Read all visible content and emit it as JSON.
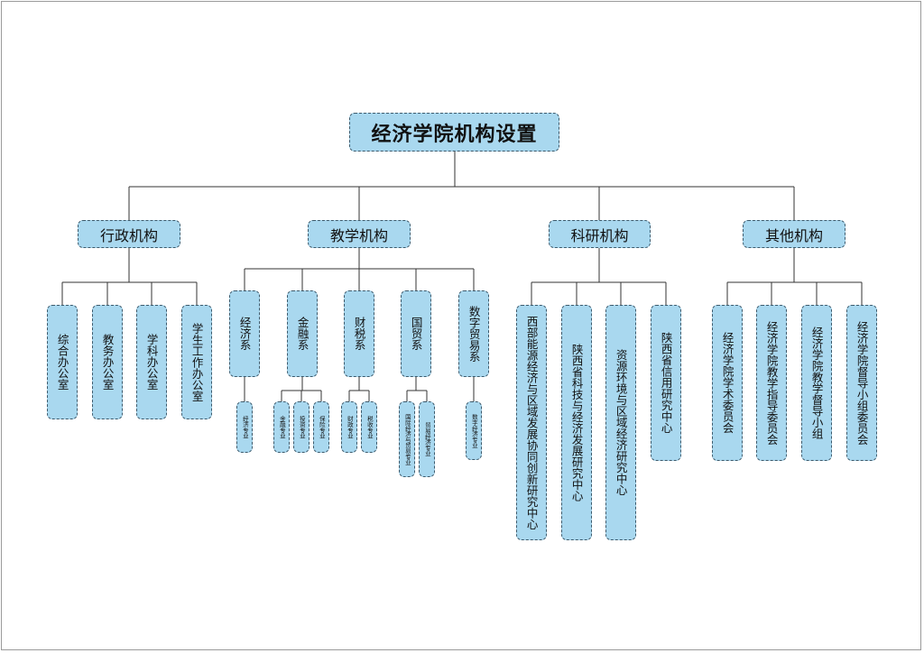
{
  "title": "经济学院机构设置",
  "categories": [
    {
      "label": "行政机构",
      "units": [
        {
          "label": "综合办公室"
        },
        {
          "label": "教务办公室"
        },
        {
          "label": "学科办公室"
        },
        {
          "label": "学生工作办公室"
        }
      ]
    },
    {
      "label": "教学机构",
      "units": [
        {
          "label": "经济系",
          "majors": [
            "经济专业"
          ]
        },
        {
          "label": "金融系",
          "majors": [
            "金融专业",
            "投资专业",
            "保险专业"
          ]
        },
        {
          "label": "财税系",
          "majors": [
            "财政专业",
            "税收专业"
          ]
        },
        {
          "label": "国贸系",
          "majors": [
            "国际经济与贸易专业",
            "贸易经济专业"
          ]
        },
        {
          "label": "数字贸易系",
          "majors": [
            "数字经济专业"
          ]
        }
      ]
    },
    {
      "label": "科研机构",
      "units": [
        {
          "label": "西部能源经济与区域发展协同创新研究中心"
        },
        {
          "label": "陕西省科技与经济发展研究中心"
        },
        {
          "label": "资源环境与区域经济研究中心"
        },
        {
          "label": "陕西省信用研究中心"
        }
      ]
    },
    {
      "label": "其他机构",
      "units": [
        {
          "label": "经济学院学术委员会"
        },
        {
          "label": "经济学院教学指导委员会"
        },
        {
          "label": "经济学院教学督导小组"
        },
        {
          "label": "经济学院督导小组委员会"
        }
      ]
    }
  ]
}
